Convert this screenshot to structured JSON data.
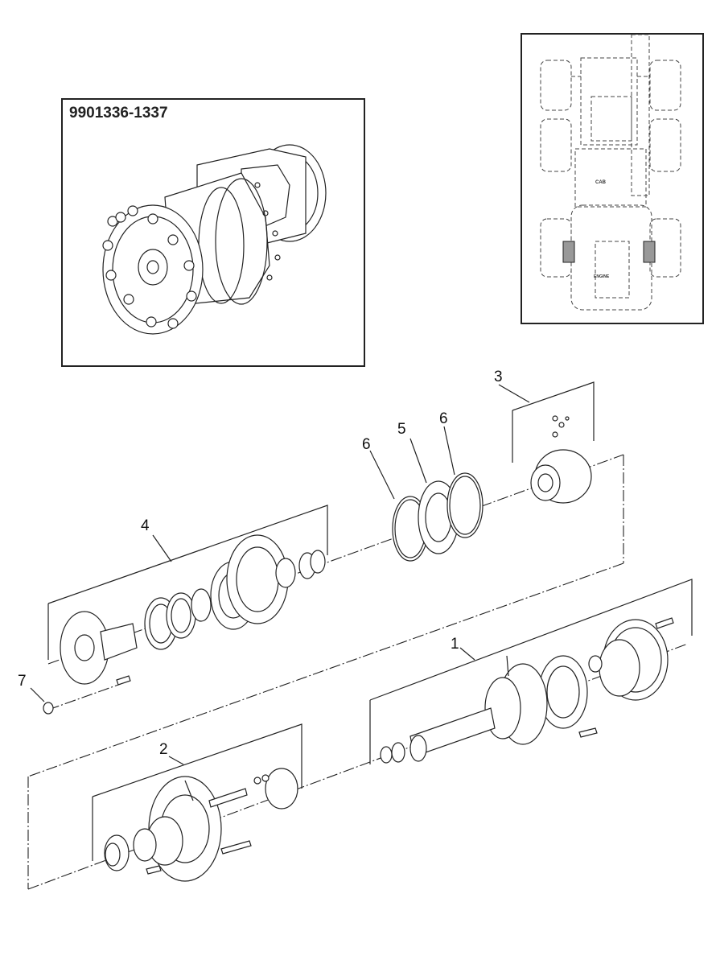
{
  "inset": {
    "model_label": "9901336-1337"
  },
  "locator": {
    "cab_label": "CAB",
    "engine_label": "ENGINE"
  },
  "callouts": {
    "c1": "1",
    "c2": "2",
    "c3": "3",
    "c4": "4",
    "c5": "5",
    "c6a": "6",
    "c6b": "6",
    "c7": "7"
  },
  "colors": {
    "line": "#222222",
    "part_fill": "#ffffff",
    "shade": "#888888"
  }
}
